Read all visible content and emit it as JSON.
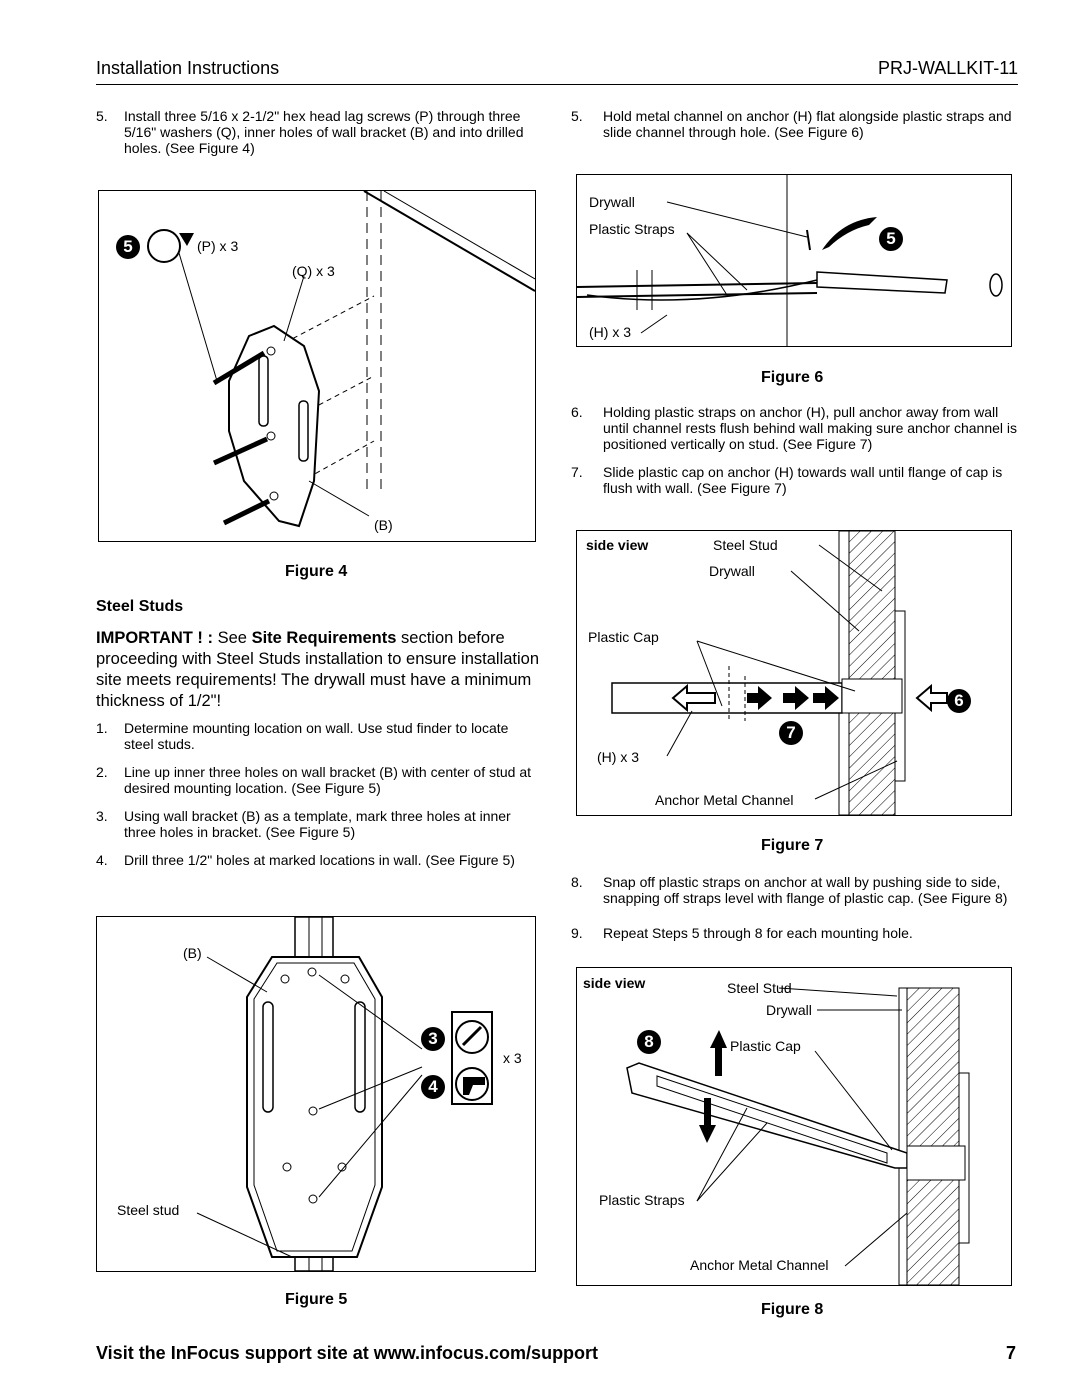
{
  "header": {
    "left": "Installation Instructions",
    "right": "PRJ-WALLKIT-11"
  },
  "left_col": {
    "step5": {
      "num": "5.",
      "text": "Install three 5/16 x 2-1/2\" hex head lag screws (P) through three 5/16\" washers (Q), inner holes of wall bracket (B) and into drilled holes. (See Figure 4)"
    },
    "fig4": {
      "caption": "Figure 4",
      "callout": "5",
      "label_p": "(P) x 3",
      "label_q": "(Q) x 3",
      "label_b": "(B)"
    },
    "section_title": "Steel Studs",
    "important": {
      "lead": "IMPORTANT ! :",
      "see": "See",
      "ref": "Site Requirements",
      "rest": "section before proceeding with Steel Studs installation to ensure installation site meets requirements! The drywall must have a minimum thickness of 1/2\"!"
    },
    "steps": [
      {
        "num": "1.",
        "text": "Determine mounting location on wall. Use stud finder to locate steel studs."
      },
      {
        "num": "2.",
        "text": "Line up inner three holes on wall bracket (B) with center of stud at desired mounting location. (See Figure 5)"
      },
      {
        "num": "3.",
        "text": "Using wall bracket (B) as a template, mark three holes at inner three holes in bracket. (See Figure 5)"
      },
      {
        "num": "4.",
        "text": "Drill three 1/2\" holes at marked locations in wall. (See Figure 5)"
      }
    ],
    "fig5": {
      "caption": "Figure 5",
      "label_b": "(B)",
      "label_stud": "Steel stud",
      "callout3": "3",
      "callout4": "4",
      "label_x3": "x 3"
    }
  },
  "right_col": {
    "step5": {
      "num": "5.",
      "text": "Hold metal channel on anchor (H) flat alongside plastic straps and slide channel through hole. (See Figure 6)"
    },
    "fig6": {
      "caption": "Figure 6",
      "drywall": "Drywall",
      "straps": "Plastic Straps",
      "h": "(H) x 3",
      "callout": "5"
    },
    "step6": {
      "num": "6.",
      "text": "Holding plastic straps on anchor (H), pull anchor away from wall until channel rests flush behind wall making sure anchor channel is positioned vertically on stud. (See Figure 7)"
    },
    "step7": {
      "num": "7.",
      "text": "Slide plastic cap on anchor (H) towards wall until flange of cap is flush with wall. (See Figure 7)"
    },
    "fig7": {
      "caption": "Figure 7",
      "side": "side view",
      "stud": "Steel Stud",
      "drywall": "Drywall",
      "cap": "Plastic Cap",
      "h": "(H) x 3",
      "channel": "Anchor Metal Channel",
      "callout6": "6",
      "callout7": "7"
    },
    "step8": {
      "num": "8.",
      "text": "Snap off plastic straps on anchor at wall by pushing side to side, snapping off straps level with flange of plastic cap. (See Figure 8)"
    },
    "step9": {
      "num": "9.",
      "text": "Repeat Steps 5 through 8 for each mounting hole."
    },
    "fig8": {
      "caption": "Figure 8",
      "side": "side view",
      "stud": "Steel Stud",
      "drywall": "Drywall",
      "cap": "Plastic Cap",
      "straps": "Plastic Straps",
      "channel": "Anchor Metal Channel",
      "callout": "8"
    }
  },
  "footer": {
    "text": "Visit the InFocus support site at www.infocus.com/support",
    "page": "7"
  }
}
